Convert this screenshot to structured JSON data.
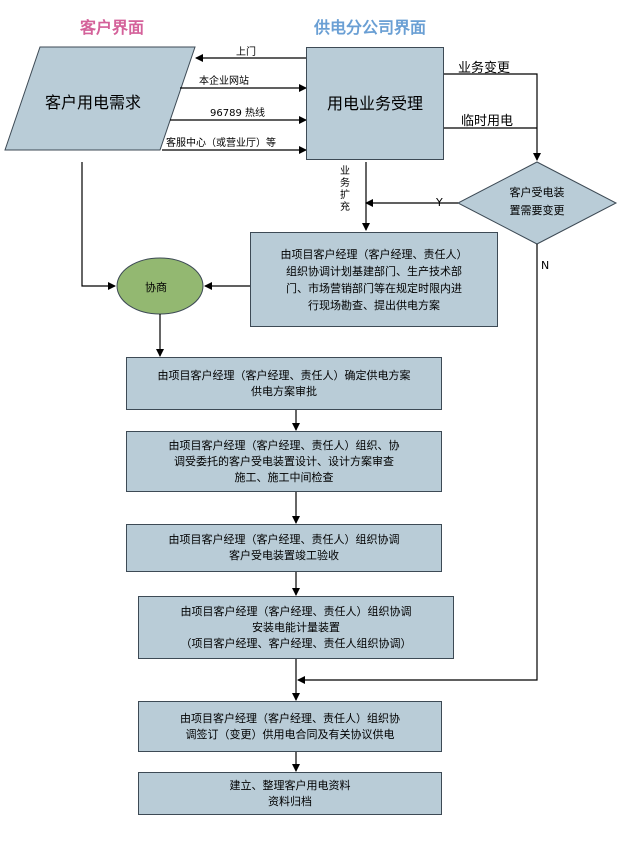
{
  "headers": {
    "customer": "客户界面",
    "supplier": "供电分公司界面"
  },
  "nodes": {
    "customer_demand": "客户用电需求",
    "business_accept": "用电业务受理",
    "decision": [
      "客户受电装",
      "置需要变更"
    ],
    "consult": "协商",
    "step1": [
      "由项目客户经理（客户经理、责任人）",
      "组织协调计划基建部门、生产技术部",
      "门、市场营销部门等在规定时限内进",
      "行现场勘查、提出供电方案"
    ],
    "step2": [
      "由项目客户经理（客户经理、责任人）确定供电方案",
      "供电方案审批"
    ],
    "step3": [
      "由项目客户经理（客户经理、责任人）组织、协",
      "调受委托的客户受电装置设计、设计方案审查",
      "施工、施工中间检查"
    ],
    "step4": [
      "由项目客户经理（客户经理、责任人）组织协调",
      "客户受电装置竣工验收"
    ],
    "step5": [
      "由项目客户经理（客户经理、责任人）组织协调",
      "安装电能计量装置",
      "（项目客户经理、客户经理、责任人组织协调）"
    ],
    "step6": [
      "由项目客户经理（客户经理、责任人）组织协",
      "调签订（变更）供用电合同及有关协议供电"
    ],
    "step7": [
      "建立、整理客户用电资料",
      "资料归档"
    ]
  },
  "edge_labels": {
    "visit": "上门",
    "website": "本企业网站",
    "hotline": "96789 热线",
    "service_center": "客服中心（或营业厅）等",
    "business_change": "业务变更",
    "temp_power": "临时用电",
    "expansion": [
      "业",
      "务",
      "扩",
      "充"
    ],
    "yes": "Y",
    "no": "N"
  },
  "colors": {
    "customer_header": "#d4619a",
    "supplier_header": "#6a9fd4",
    "box_fill": "#b9ccd7",
    "consult_fill": "#93b871"
  }
}
